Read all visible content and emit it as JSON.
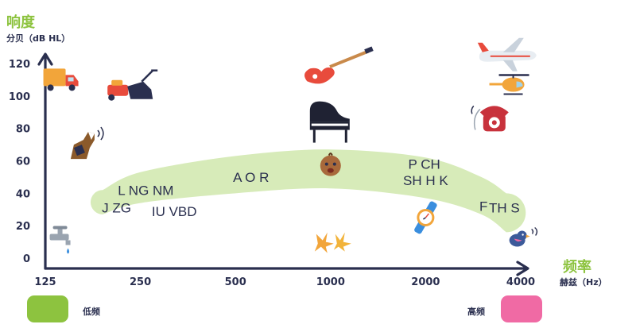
{
  "y_axis": {
    "title": "响度",
    "unit": "分贝（dB HL）"
  },
  "x_axis": {
    "title": "频率",
    "unit": "赫兹（Hz）"
  },
  "legend": {
    "low": "低频",
    "high": "高频"
  },
  "colors": {
    "axis": "#2a2f4f",
    "banana": "#d7ebb9",
    "accent_green": "#8dc33f",
    "accent_pink": "#f06aa4",
    "phoneme_text": "#2a2f4f"
  },
  "chart_data": {
    "type": "scatter",
    "x_scale": "log",
    "xlim": [
      125,
      4000
    ],
    "ylim": [
      0,
      120
    ],
    "x_ticks": [
      "125",
      "250",
      "500",
      "1000",
      "2000",
      "4000"
    ],
    "y_ticks": [
      "0",
      "20",
      "40",
      "60",
      "80",
      "100",
      "120"
    ],
    "speech_banana": {
      "upper": [
        [
          190,
          42
        ],
        [
          250,
          53
        ],
        [
          500,
          63
        ],
        [
          1000,
          67
        ],
        [
          2000,
          62
        ],
        [
          3000,
          50
        ],
        [
          3600,
          40
        ]
      ],
      "lower": [
        [
          190,
          27
        ],
        [
          250,
          34
        ],
        [
          500,
          40
        ],
        [
          1000,
          43
        ],
        [
          2000,
          37
        ],
        [
          3000,
          27
        ],
        [
          3600,
          16
        ]
      ]
    },
    "phonemes": [
      {
        "text": "J ZG",
        "x": 210,
        "y": 31
      },
      {
        "text": "L NG NM",
        "x": 260,
        "y": 42
      },
      {
        "text": "IU VBD",
        "x": 320,
        "y": 29
      },
      {
        "text": "A O R",
        "x": 560,
        "y": 50
      },
      {
        "text": "P CH",
        "x": 1980,
        "y": 58
      },
      {
        "text": "SH H K",
        "x": 2000,
        "y": 48
      },
      {
        "text": "F",
        "x": 3050,
        "y": 32
      },
      {
        "text": "TH S",
        "x": 3550,
        "y": 31
      }
    ],
    "sounds": [
      {
        "icon": "truck-icon",
        "x": 140,
        "y": 110
      },
      {
        "icon": "lawn-mower-icon",
        "x": 230,
        "y": 103
      },
      {
        "icon": "barking-dog-icon",
        "x": 165,
        "y": 70
      },
      {
        "icon": "dripping-faucet-icon",
        "x": 140,
        "y": 12
      },
      {
        "icon": "electric-guitar-icon",
        "x": 1050,
        "y": 115
      },
      {
        "icon": "grand-piano-icon",
        "x": 1000,
        "y": 82
      },
      {
        "icon": "baby-face-icon",
        "x": 1000,
        "y": 57
      },
      {
        "icon": "falling-leaves-icon",
        "x": 1000,
        "y": 10
      },
      {
        "icon": "airplane-icon",
        "x": 3600,
        "y": 125
      },
      {
        "icon": "helicopter-icon",
        "x": 3700,
        "y": 108
      },
      {
        "icon": "ringing-phone-icon",
        "x": 3300,
        "y": 86
      },
      {
        "icon": "wristwatch-icon",
        "x": 2000,
        "y": 25
      },
      {
        "icon": "chirping-bird-icon",
        "x": 3900,
        "y": 12
      }
    ]
  }
}
